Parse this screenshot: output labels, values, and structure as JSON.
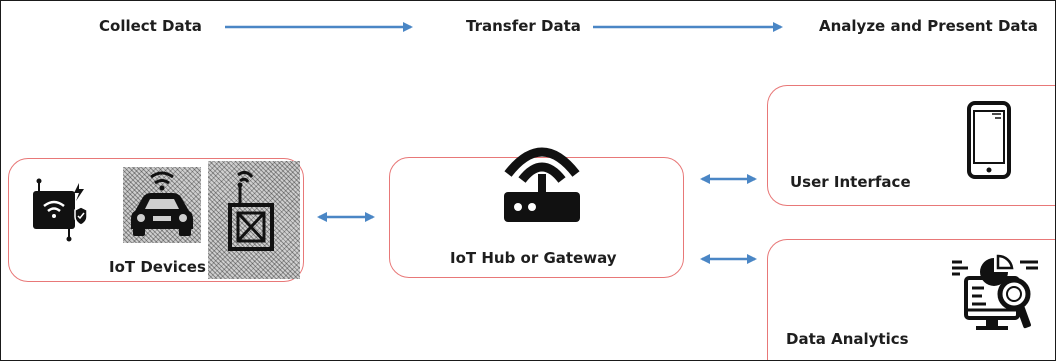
{
  "stages": {
    "collect": "Collect Data",
    "transfer": "Transfer Data",
    "analyze": "Analyze and Present Data"
  },
  "nodes": {
    "devices": {
      "label": "IoT Devices"
    },
    "hub": {
      "label": "IoT Hub or Gateway"
    },
    "ui": {
      "label": "User Interface"
    },
    "analytics": {
      "label": "Data Analytics"
    }
  },
  "colors": {
    "arrow": "#4a86c5",
    "box_border": "#e87878",
    "text": "#1e1e1e",
    "icon": "#111111"
  },
  "icons": {
    "sensor": "wifi-sensor-icon",
    "car": "connected-car-icon",
    "crate": "smart-package-icon",
    "router": "wireless-router-icon",
    "phone": "smartphone-icon",
    "analytics": "analytics-monitor-icon"
  }
}
